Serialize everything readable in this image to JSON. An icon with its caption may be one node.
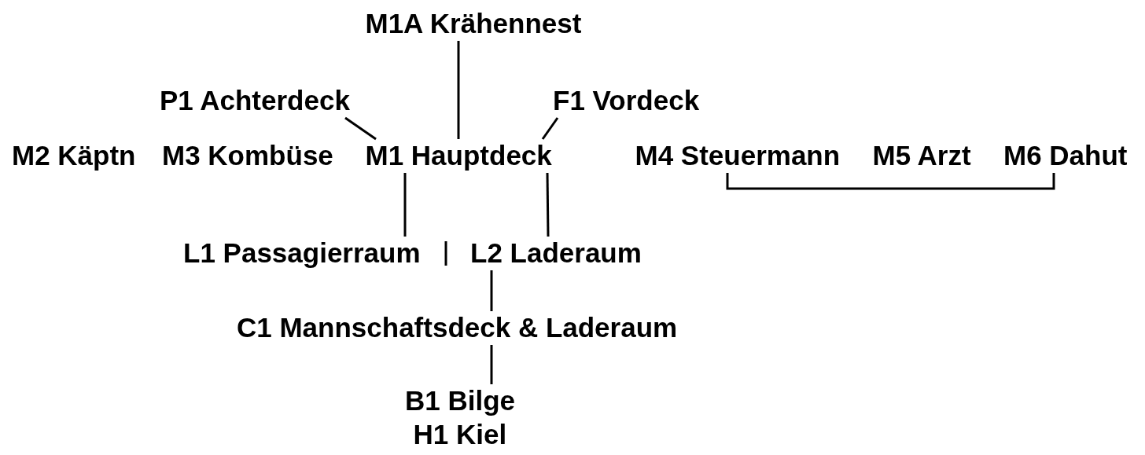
{
  "diagram": {
    "nodes": [
      {
        "text": [
          "M1A Krähennest"
        ]
      },
      {
        "text": [
          "P1 Achterdeck"
        ]
      },
      {
        "text": [
          "F1 Vordeck"
        ]
      },
      {
        "text": [
          "M2 Käptn"
        ]
      },
      {
        "text": [
          "M3 Kombüse"
        ]
      },
      {
        "text": [
          "M1 Hauptdeck"
        ]
      },
      {
        "text": [
          "M4 Steuermann"
        ]
      },
      {
        "text": [
          "M5 Arzt"
        ]
      },
      {
        "text": [
          "M6 Dahut"
        ]
      },
      {
        "text": [
          "L1 Passagierraum"
        ]
      },
      {
        "text": [
          "L2 Laderaum"
        ]
      },
      {
        "text": [
          "C1 Mannschaftsdeck & Laderaum"
        ]
      },
      {
        "text": [
          "B1 Bilge"
        ]
      },
      {
        "text": [
          "H1 Kiel"
        ]
      }
    ],
    "edges": [
      {
        "from": 0,
        "to": 5,
        "arrow": "none"
      },
      {
        "from": 1,
        "to": 5,
        "arrow": "none"
      },
      {
        "from": 2,
        "to": 5,
        "arrow": "none"
      },
      {
        "from": 5,
        "to": 9,
        "arrow": "none"
      },
      {
        "from": 5,
        "to": 10,
        "arrow": "none"
      },
      {
        "from": 10,
        "to": 11,
        "arrow": "none"
      },
      {
        "from": 11,
        "to": 12,
        "arrow": "none"
      },
      {
        "from": 6,
        "to": 8,
        "arrow": "none"
      }
    ]
  }
}
